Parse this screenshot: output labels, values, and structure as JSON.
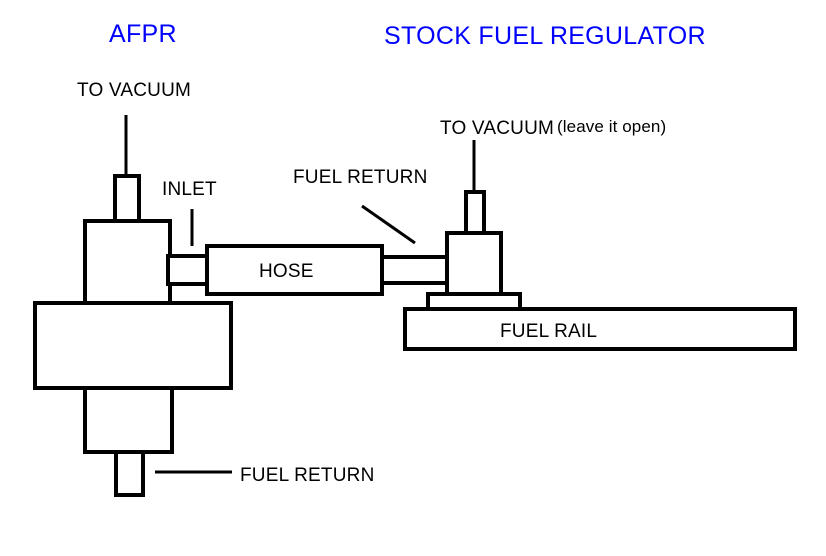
{
  "diagram": {
    "titles": {
      "left": "AFPR",
      "right": "STOCK FUEL REGULATOR"
    },
    "labels": {
      "afpr_vacuum": "TO VACUUM",
      "afpr_inlet": "INLET",
      "hose_fuel_return": "FUEL RETURN",
      "afpr_fuel_return": "FUEL RETURN",
      "stock_vacuum": "TO VACUUM",
      "stock_vacuum_note": "(leave it open)"
    },
    "components": {
      "hose": "HOSE",
      "fuel_rail": "FUEL RAIL"
    },
    "colors": {
      "title": "#0000ff",
      "stroke": "#000000",
      "background": "#ffffff",
      "label": "#000000"
    }
  }
}
